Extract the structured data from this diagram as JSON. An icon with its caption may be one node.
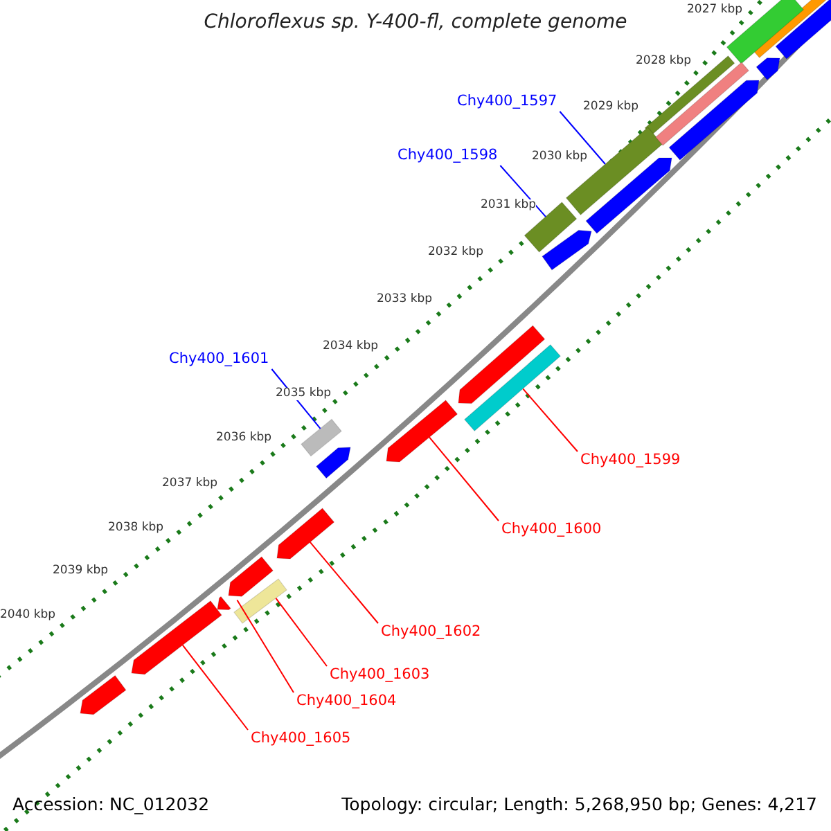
{
  "diagram": {
    "title": "Chloroflexus sp. Y-400-fl, complete genome",
    "nodes": [
      {
        "text": [
          "Chy400_1597"
        ]
      },
      {
        "text": [
          "Chy400_1598"
        ]
      },
      {
        "text": [
          "Chy400_1601"
        ]
      },
      {
        "text": [
          "Chy400_1599"
        ]
      },
      {
        "text": [
          "Chy400_1600"
        ]
      },
      {
        "text": [
          "Chy400_1602"
        ]
      },
      {
        "text": [
          "Chy400_1603"
        ]
      },
      {
        "text": [
          "Chy400_1604"
        ]
      },
      {
        "text": [
          "Chy400_1605"
        ]
      },
      {
        "text": [],
        "shape": "bar"
      },
      {
        "text": [],
        "shape": "arrow"
      },
      {
        "text": [],
        "shape": "bar"
      },
      {
        "text": [],
        "shape": "bar"
      },
      {
        "text": [],
        "shape": "arrow"
      },
      {
        "text": [],
        "shape": "bar"
      },
      {
        "text": [],
        "shape": "arrow"
      },
      {
        "text": [],
        "shape": "arrow"
      },
      {
        "text": [],
        "shape": "bar"
      },
      {
        "text": [],
        "shape": "arrow"
      },
      {
        "text": [],
        "shape": "arrow"
      },
      {
        "text": [],
        "shape": "bar"
      },
      {
        "text": [],
        "shape": "arrow"
      },
      {
        "text": [],
        "shape": "bar"
      },
      {
        "text": [],
        "shape": "arrow"
      },
      {
        "text": [],
        "shape": "arrow"
      },
      {
        "text": [],
        "shape": "arrow"
      },
      {
        "text": [],
        "shape": "arrow"
      },
      {
        "text": [],
        "shape": "bar"
      },
      {
        "text": [],
        "shape": "arrow"
      },
      {
        "text": [],
        "shape": "arrow"
      }
    ],
    "edges": [
      {
        "from": 0,
        "to": 12,
        "arrow": "none",
        "color": "#0000ff"
      },
      {
        "from": 1,
        "to": 17,
        "arrow": "none",
        "color": "#0000ff"
      },
      {
        "from": 2,
        "to": 22,
        "arrow": "none",
        "color": "#0000ff"
      },
      {
        "from": 3,
        "to": 20,
        "arrow": "none"
      },
      {
        "from": 4,
        "to": 21,
        "arrow": "none"
      },
      {
        "from": 5,
        "to": 24,
        "arrow": "none"
      },
      {
        "from": 6,
        "to": 27,
        "arrow": "none"
      },
      {
        "from": 7,
        "to": 25,
        "arrow": "none"
      },
      {
        "from": 8,
        "to": 28,
        "arrow": "none"
      }
    ],
    "labels": [
      "2027 kbp",
      "2028 kbp",
      "2029 kbp",
      "2030 kbp",
      "2031 kbp",
      "2032 kbp",
      "2033 kbp",
      "2034 kbp",
      "2035 kbp",
      "2036 kbp",
      "2037 kbp",
      "2038 kbp",
      "2039 kbp",
      "2040 kbp",
      "Accession: NC_012032",
      "Topology: circular; Length: 5,268,950 bp; Genes: 4,217"
    ]
  }
}
